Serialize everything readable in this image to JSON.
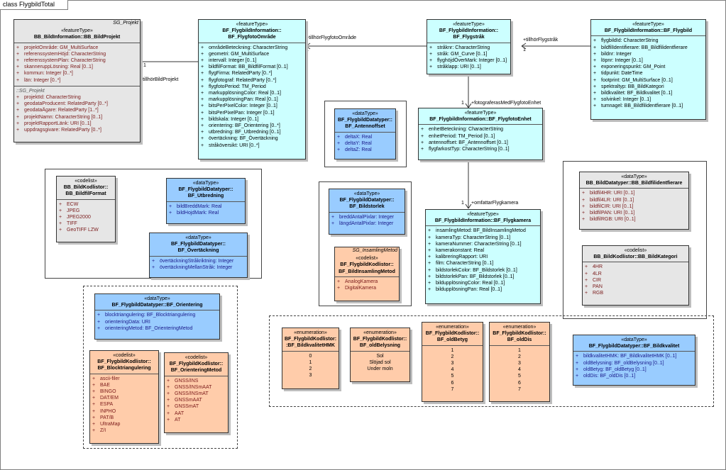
{
  "frame_title": "class FlygbildTotal",
  "boxes": {
    "bildprojekt": {
      "package": "SG_Projekt",
      "stereotype": "«featureType»",
      "name": "BB_BildInformation::BB_BildProjekt",
      "attrs": [
        "projektOmråde: GM_MultiSurface",
        "referenssystemHöjd: CharacterString",
        "referenssystemPlan: CharacterString",
        "skanneruppLösning: Real [0..1]",
        "kommun: Integer [0..*]",
        "län: Integer [0..*]"
      ],
      "section_title": "::SG_Projekt",
      "attrs2": [
        "projektId: CharacterString",
        "geodataProducent: RelatedParty [0..*]",
        "geodataÄgare: RelatedParty [1..*]",
        "projektNamn: CharacterString [0..1]",
        "projektRapportLänk: URI [0..1]",
        "uppdragsgivare: RelatedParty [0..*]"
      ]
    },
    "fotoomrade": {
      "stereotype": "«featureType»",
      "name": "BF_FlygbildInformation:: BF_FlygfotoOmråde",
      "attrs": [
        "områdeBeteckning: CharacterString",
        "geometri: GM_MultiSurface",
        "intervall: Integer [0..1]",
        "bildfilFormat: BB_BildfilFormat [0..1]",
        "flygFirma: RelatedParty [0..*]",
        "flygfotograf: RelatedParty [0..*]",
        "flygfotoPeriod: TM_Period",
        "markupplösningColor: Real [0..1]",
        "markupplösningPan: Real [0..1]",
        "bitsPerPixelColor: Integer [0..1]",
        "bitsPerPixelPan: Integer [0..1]",
        "bildskala: Integer [0..1]",
        "orientering: BF_Orientering [0..*]",
        "utbredning: BF_Utbredning [0..1]",
        "övertäckning: BF_Övertäckning",
        "stråköversikt: URI [0..*]"
      ]
    },
    "flygstrak": {
      "stereotype": "«featureType»",
      "name": "BF_FlygbildInformation:: BF_Flygstråk",
      "attrs": [
        "stråknr: CharacterString",
        "stråk: GM_Curve [0..1]",
        "flyghöjdÖverMark: Integer [0..1]",
        "stråklapp: URI [0..1]"
      ]
    },
    "flygbild": {
      "stereotype": "«featureType»",
      "name": "BF_FlygbildInformation::BF_Flygbild",
      "attrs": [
        "flygbildId: CharacterString",
        "bildfilIdentifierare: BB_Bildfilidentfierare",
        "bildnr: Integer",
        "löpnr: Integer [0..1]",
        "exponeringspunkt: GM_Point",
        "tidpunkt: DateTime",
        "footprint: GM_MultiSurface [0..1]",
        "spektraltyp: BB_BildKategori",
        "bildkvalitet: BF_Bildkvalitet [0..1]",
        "solvinkel: Integer [0..1]",
        "tumnagel: BB_Bildfilidentfierare [0..1]"
      ]
    },
    "antennoffset": {
      "stereotype": "«dataType»",
      "name": "BF_FlygbildDatatyper:: BF_Antennoffset",
      "attrs": [
        "deltaX: Real",
        "deltaY: Real",
        "deltaZ: Real"
      ]
    },
    "fotoenhet": {
      "stereotype": "«featureType»",
      "name": "BF_FlygbildInformation::BF_FlygfotoEnhet",
      "attrs": [
        "enhetBeteckning: CharacterString",
        "enhetPeriod: TM_Period [0..1]",
        "antennoffset: BF_Antennoffset [0..1]",
        "flygfarkostTyp: CharacterString [0..1]"
      ]
    },
    "bildfilformat": {
      "stereotype": "«codelist»",
      "name": "BB_BildKodlistor:: BB_BildfilFormat",
      "attrs": [
        "ECW",
        "JPEG",
        "JPEG2000",
        "TIFF",
        "GeoTIFF LZW"
      ]
    },
    "utbredning": {
      "stereotype": "«dataType»",
      "name": "BF_FlygbildDatatyper:: BF_Utbredning",
      "attrs": [
        "bildBreddMark: Real",
        "bildHojdMark: Real"
      ]
    },
    "overtackning": {
      "stereotype": "«dataType»",
      "name": "BF_FlygbildDatatyper:: BF_Övertäckning",
      "attrs": [
        "övertäckningStråkriktning: Integer",
        "övertäckningMellanStråk: Integer"
      ]
    },
    "bildstorlek": {
      "stereotype": "«dataType»",
      "name": "BF_FlygbildDatatyper:: BF_Bildstorlek",
      "attrs": [
        "breddAntalPixlar: Integer",
        "längdAntalPixlar: Integer"
      ]
    },
    "insamlingmetod": {
      "package": "SG_InsamlingMetod",
      "stereotype": "«codelist»",
      "name": "BF_FlygbildKodlistor:: BF_BildInsamlingMetod",
      "attrs": [
        "AnalogKamera",
        "DigitalKamera"
      ]
    },
    "flygkamera": {
      "stereotype": "«featureType»",
      "name": "BF_FlygbildInformation::BF_Flygkamera",
      "attrs": [
        "insamlingMetod: BF_BildInsamlingMetod",
        "kameraTyp: CharacterString [0..1]",
        "kameraNummer: CharacterString [0..1]",
        "kamerakonstant: Real",
        "kalibreringRapport: URI",
        "film: CharacterString [0..1]",
        "bildstorlekColor: BF_Bildstorlek [0..1]",
        "bildstorlekPan: BF_Bildstorlek [0..1]",
        "bildupplösningColor: Real [0..1]",
        "bildupplösningPan: Real [0..1]"
      ]
    },
    "bildfilidentfierare": {
      "stereotype": "«dataType»",
      "name": "BB_BildDatatyper::BB_Bildfilidentfierare",
      "attrs": [
        "bildfil4HR: URI [0..1]",
        "bildfil4LR: URI [0..1]",
        "bildfilCIR: URI [0..1]",
        "bildfilPAN: URI [0..1]",
        "bildfilRGB: URI [0..1]"
      ]
    },
    "bildkategori": {
      "stereotype": "«codelist»",
      "name": "BB_BildKodlistor::BB_BildKategori",
      "attrs": [
        "4HR",
        "4LR",
        "CIR",
        "PAN",
        "RGB"
      ]
    },
    "orientering": {
      "stereotype": "«dataType»",
      "name": "BF_FlygbildDatatyper::BF_Orientering",
      "attrs": [
        "blocktriangulering: BF_Blocktriangulering",
        "orienteringData: URI",
        "orienteringMetod: BF_OrienteringMetod"
      ]
    },
    "blocktriangulering": {
      "stereotype": "«codelist»",
      "name": "BF_FlygbildKodlistor:: BF_Blocktriangulering",
      "attrs": [
        "ascii-filer",
        "BAE",
        "BINGO",
        "DAT/EM",
        "ESPA",
        "INPHO",
        "PAT/B",
        "UltraMap",
        "Z/I"
      ]
    },
    "orienteringmetod": {
      "stereotype": "«codelist»",
      "name": "BF_FlygbildKodlistor:: BF_OrienteringMetod",
      "attrs": [
        "GNSS/INS",
        "GNSS/INSmAAT",
        "GNSS/INSmAT",
        "GNSSmAAT",
        "GNSSmAT",
        "AAT",
        "AT"
      ]
    },
    "kvalitethmk": {
      "stereotype": "«enumeration»",
      "name": "BF_FlygbildKodlistor: :BF_BildkvalitetHMK",
      "values": [
        "0",
        "1",
        "2",
        "3"
      ]
    },
    "belysning": {
      "stereotype": "«enumeration»",
      "name": "BF_FlygbildKodlistor:: BF_oldBelysning",
      "values": [
        "Sol",
        "Slöjad sol",
        "Under moln"
      ]
    },
    "betyg": {
      "stereotype": "«enumeration»",
      "name": "BF_FlygbildKodlistor:: BF_oldBetyg",
      "values": [
        "1",
        "2",
        "3",
        "4",
        "5",
        "6",
        "7"
      ]
    },
    "dis": {
      "stereotype": "«enumeration»",
      "name": "BF_FlygbildKodlistor:: BF_oldDis",
      "values": [
        "1",
        "2",
        "3",
        "4",
        "5",
        "6",
        "7"
      ]
    },
    "bildkvalitet": {
      "stereotype": "«dataType»",
      "name": "BF_FlygbildDatatyper::BF_Bildkvalitet",
      "attrs": [
        "bildkvalitetHMK: BF_BildkvalitetHMK [0..1]",
        "oldBelysning: BF_oldBelysning [0..1]",
        "oldBetyg: BF_oldBetyg [0..1]",
        "oldDis: BF_oldDis [0..1]"
      ]
    }
  },
  "associations": {
    "tillhorBildProjekt": "+tillhörBildProjekt",
    "tillhorFlygfotoOmrade": "+tillhörFlygfotoOmråde",
    "tillhorFlygstrak": "+tillhörFlygstråk",
    "fotograferasMed": "+fotograferasMedFlygfotoEnhet",
    "omfattar": "+omfattarFlygkamera",
    "mult_1": "1"
  }
}
